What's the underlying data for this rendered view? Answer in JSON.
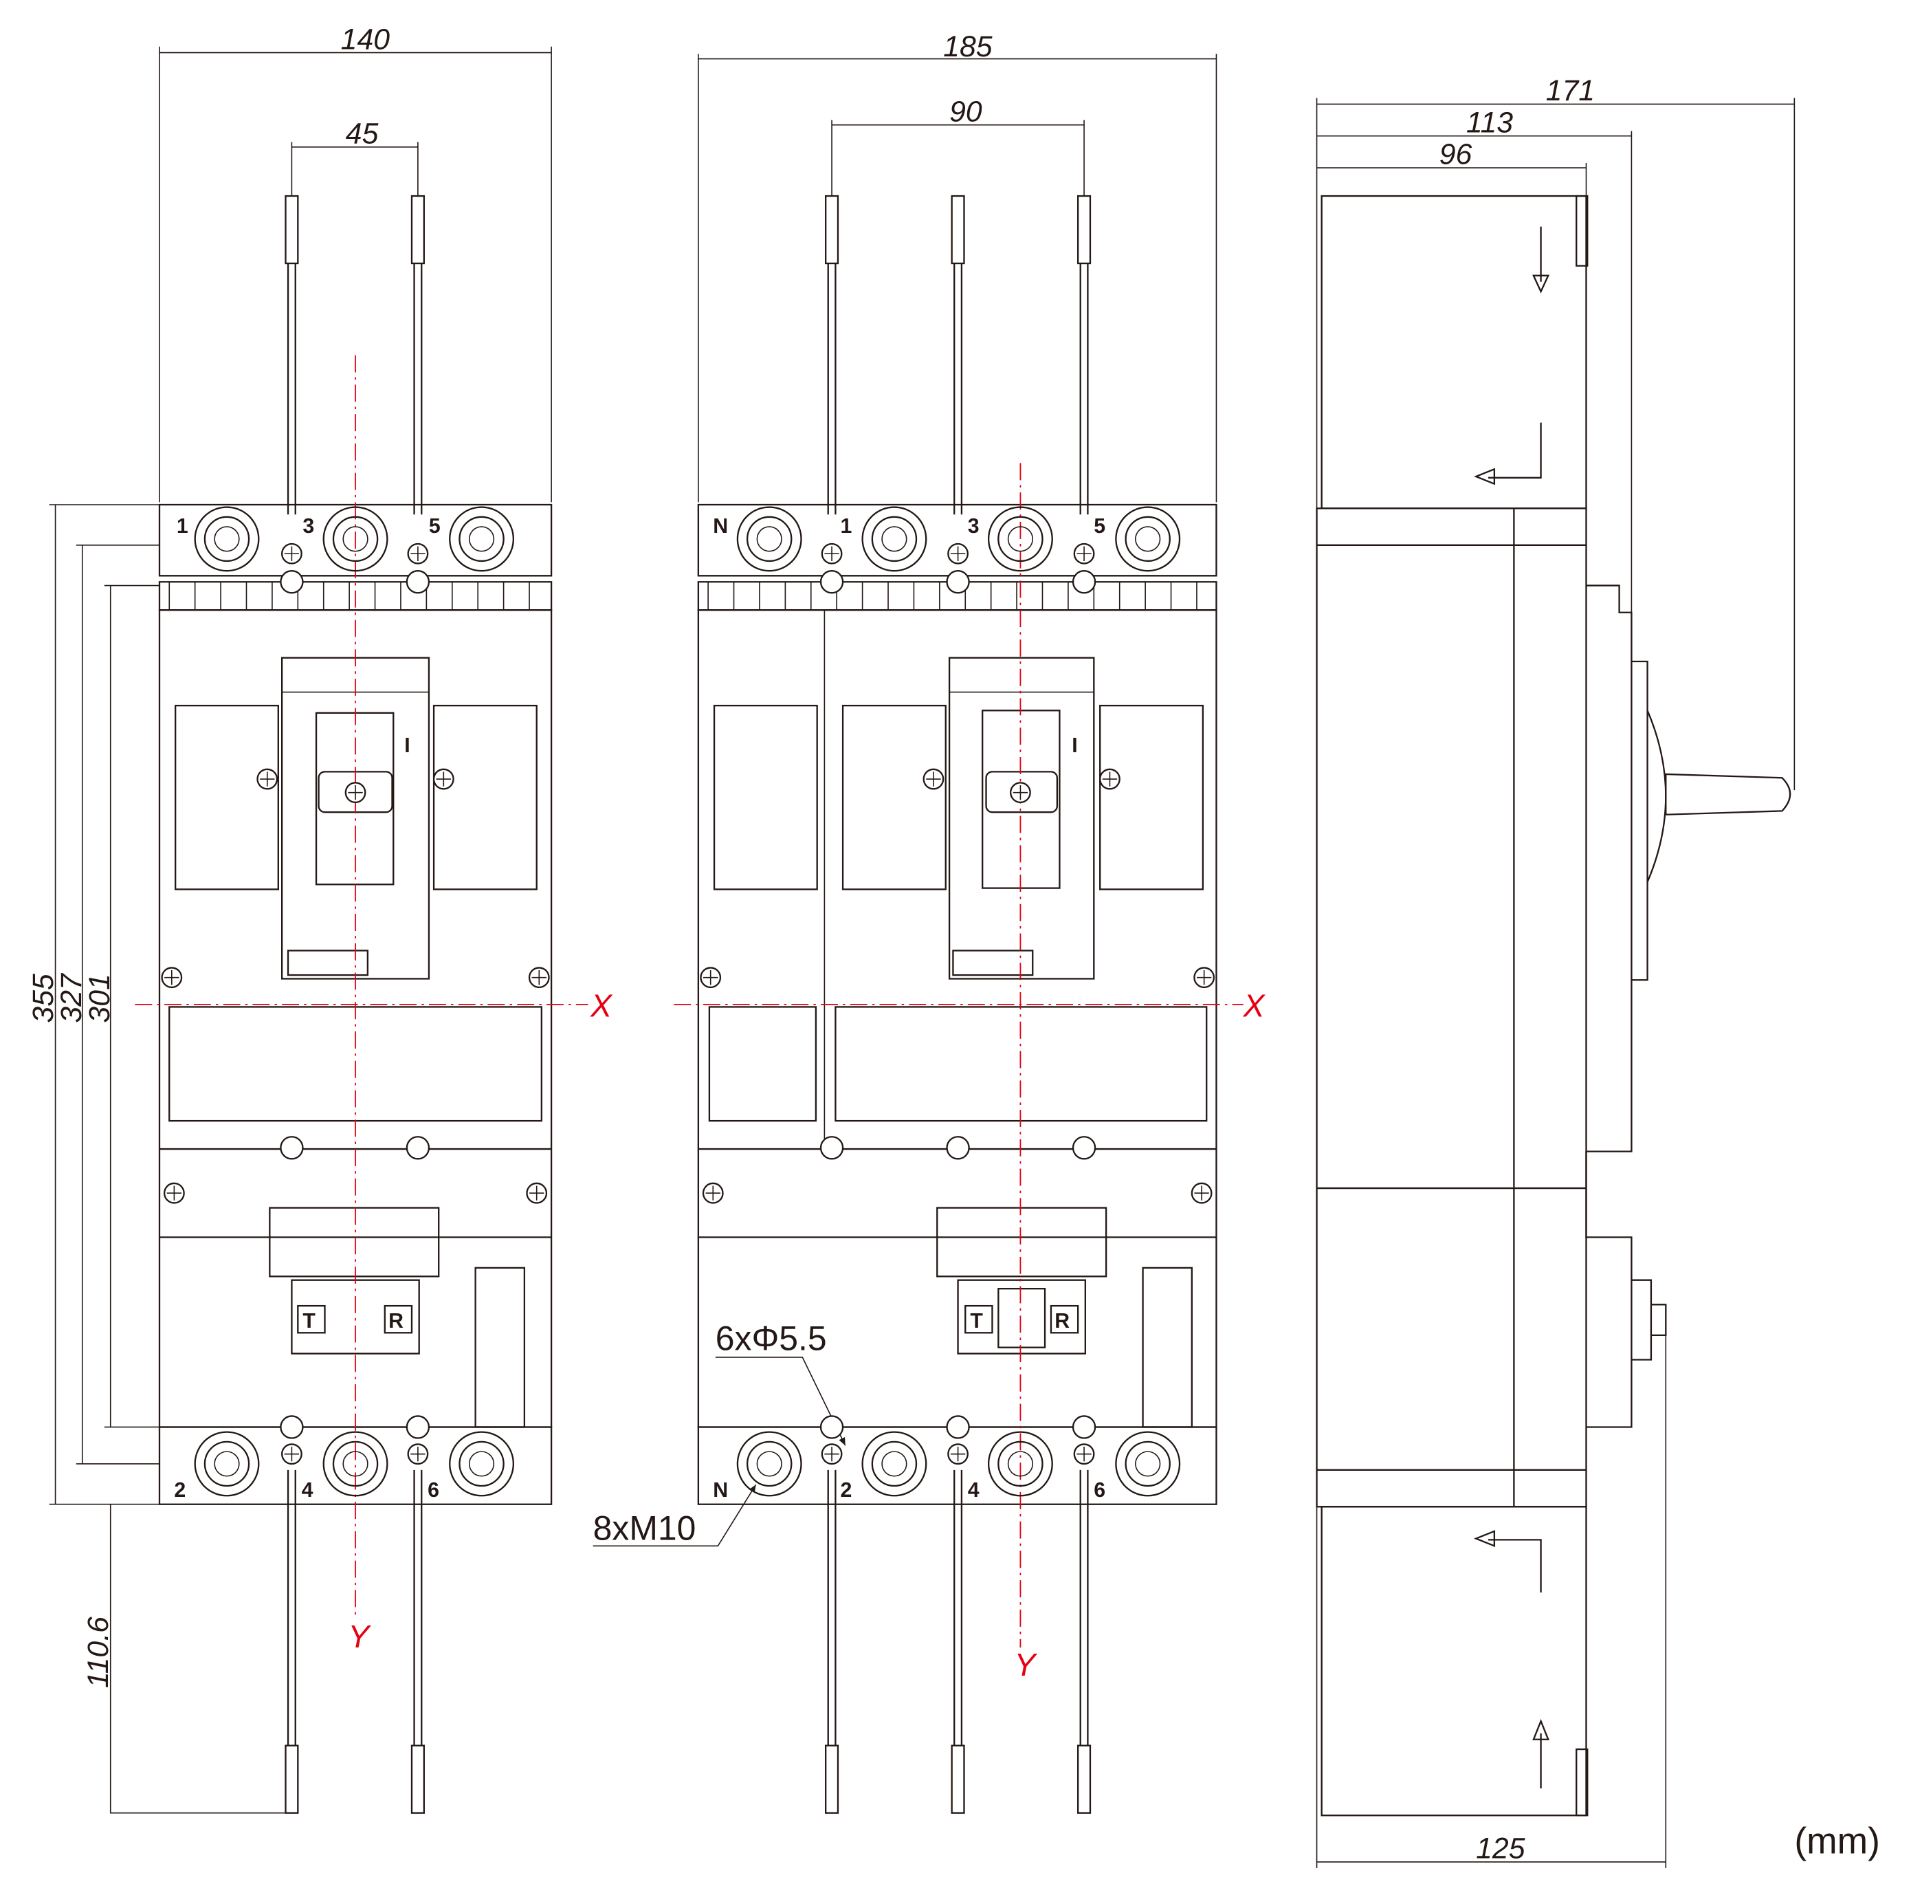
{
  "unit_label": "(mm)",
  "front_3p": {
    "dims": {
      "width": "140",
      "pole_pitch": "45",
      "h355": "355",
      "h327": "327",
      "h301": "301",
      "busbar_ext": "110.6"
    },
    "top_terminals": [
      "1",
      "3",
      "5"
    ],
    "bottom_terminals": [
      "2",
      "4",
      "6"
    ],
    "axis_x": "X",
    "axis_y": "Y",
    "handle_marks": [
      "I"
    ],
    "buttons": [
      "T",
      "R"
    ]
  },
  "front_4p": {
    "dims": {
      "width": "185",
      "pole_pitch": "90"
    },
    "top_terminals": [
      "N",
      "1",
      "3",
      "5"
    ],
    "bottom_terminals": [
      "N",
      "2",
      "4",
      "6"
    ],
    "callouts": {
      "holes": "6xΦ5.5",
      "bolts": "8xM10"
    },
    "axis_x": "X",
    "axis_y": "Y",
    "handle_marks": [
      "I"
    ],
    "buttons": [
      "T",
      "R"
    ]
  },
  "side_view": {
    "dims": {
      "d171": "171",
      "d113": "113",
      "d96": "96",
      "d125": "125"
    }
  }
}
